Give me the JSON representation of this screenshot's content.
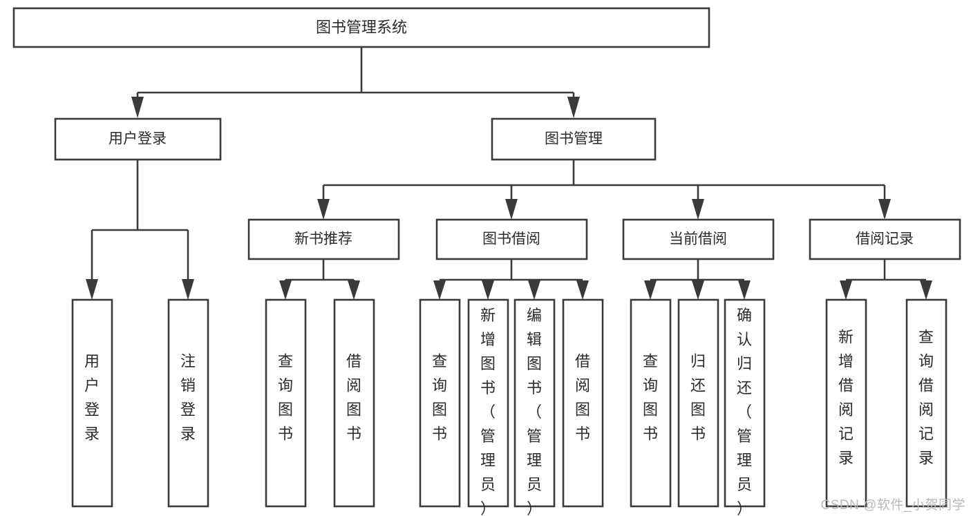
{
  "diagram": {
    "type": "tree-hierarchy",
    "title": "图书管理系统",
    "watermark": "CSDN @软件_小贺同学",
    "colors": {
      "stroke": "#3a3a3a",
      "box_fill": "#ffffff",
      "text": "#2b2b2b",
      "background": "#ffffff",
      "watermark": "#b9b9b9"
    },
    "root": {
      "label": "图书管理系统",
      "orientation": "horizontal"
    },
    "level2": [
      {
        "label": "用户登录",
        "orientation": "horizontal"
      },
      {
        "label": "图书管理",
        "orientation": "horizontal"
      }
    ],
    "level3": [
      {
        "label": "新书推荐",
        "orientation": "horizontal",
        "parent": "图书管理"
      },
      {
        "label": "图书借阅",
        "orientation": "horizontal",
        "parent": "图书管理"
      },
      {
        "label": "当前借阅",
        "orientation": "horizontal",
        "parent": "图书管理"
      },
      {
        "label": "借阅记录",
        "orientation": "horizontal",
        "parent": "图书管理"
      }
    ],
    "leaves": [
      {
        "label": "用户登录",
        "parent": "用户登录",
        "orientation": "vertical"
      },
      {
        "label": "注销登录",
        "parent": "用户登录",
        "orientation": "vertical"
      },
      {
        "label": "查询图书",
        "parent": "新书推荐",
        "orientation": "vertical"
      },
      {
        "label": "借阅图书",
        "parent": "新书推荐",
        "orientation": "vertical"
      },
      {
        "label": "查询图书",
        "parent": "图书借阅",
        "orientation": "vertical"
      },
      {
        "label": "新增图书（管理员）",
        "parent": "图书借阅",
        "orientation": "vertical"
      },
      {
        "label": "编辑图书（管理员）",
        "parent": "图书借阅",
        "orientation": "vertical"
      },
      {
        "label": "借阅图书",
        "parent": "图书借阅",
        "orientation": "vertical"
      },
      {
        "label": "查询图书",
        "parent": "当前借阅",
        "orientation": "vertical"
      },
      {
        "label": "归还图书",
        "parent": "当前借阅",
        "orientation": "vertical"
      },
      {
        "label": "确认归还（管理员）",
        "parent": "当前借阅",
        "orientation": "vertical"
      },
      {
        "label": "新增借阅记录",
        "parent": "借阅记录",
        "orientation": "vertical"
      },
      {
        "label": "查询借阅记录",
        "parent": "借阅记录",
        "orientation": "vertical"
      }
    ]
  }
}
